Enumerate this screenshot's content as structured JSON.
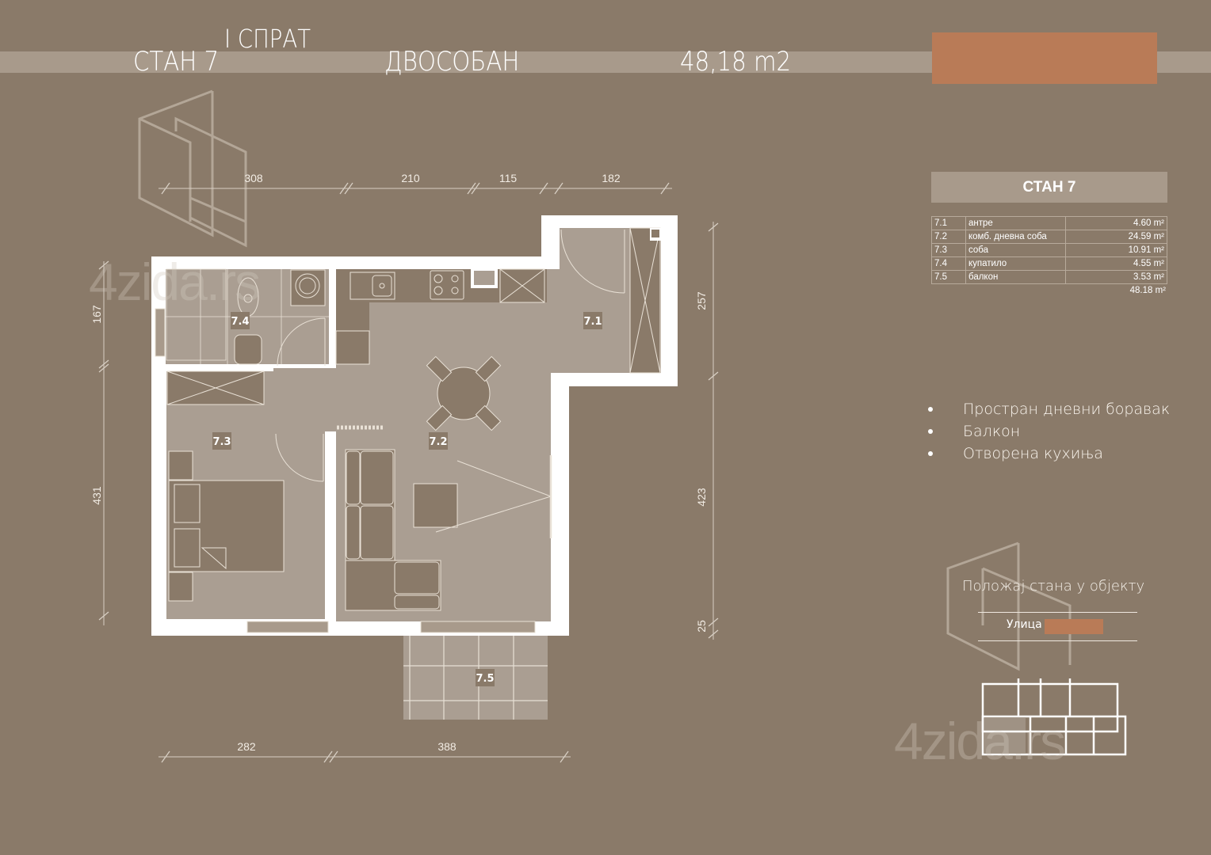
{
  "header": {
    "floor": "I СПРАТ",
    "unit": "СТАН 7",
    "type": "ДВОСОБАН",
    "area": "48,18 m2"
  },
  "colors": {
    "background": "#8a7a69",
    "band": "#a89a8b",
    "accent": "#b97b57",
    "room_fill": "#aa9e92",
    "wall": "#ffffff"
  },
  "summary": {
    "title": "СТАН 7",
    "rooms": [
      {
        "no": "7.1",
        "name": "антре",
        "area": "4.60 m²"
      },
      {
        "no": "7.2",
        "name": "комб. дневна соба",
        "area": "24.59 m²"
      },
      {
        "no": "7.3",
        "name": "соба",
        "area": "10.91 m²"
      },
      {
        "no": "7.4",
        "name": "купатило",
        "area": "4.55 m²"
      },
      {
        "no": "7.5",
        "name": "балкон",
        "area": "3.53 m²"
      }
    ],
    "total": "48.18 m²"
  },
  "features": [
    "Простран дневни боравак",
    "Балкон",
    "Отворена кухиња"
  ],
  "position": {
    "title": "Положај стана у објекту",
    "street": "Улица"
  },
  "plan": {
    "room_labels": {
      "r71": "7.1",
      "r72": "7.2",
      "r73": "7.3",
      "r74": "7.4",
      "r75": "7.5"
    },
    "dims_top": [
      "308",
      "210",
      "115",
      "182"
    ],
    "dims_bottom": [
      "282",
      "388"
    ],
    "dims_left": [
      "167",
      "431"
    ],
    "dims_right": [
      "257",
      "423",
      "25"
    ]
  },
  "watermark": "4zida.rs"
}
